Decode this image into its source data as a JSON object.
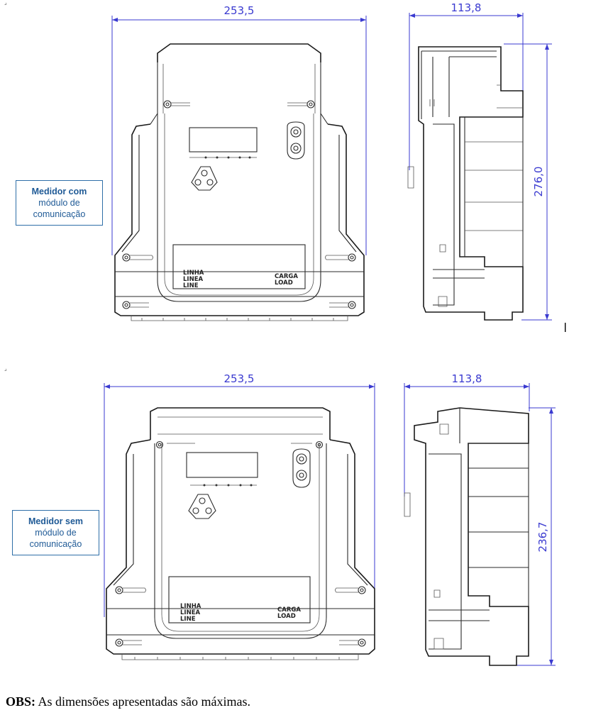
{
  "views": {
    "with_module": {
      "label_line1": "Medidor com",
      "label_line2": "módulo de",
      "label_line3": "comunicação",
      "width_dim": "253,5",
      "depth_dim": "113,8",
      "height_dim": "276,0",
      "terminal_line": [
        "LINHA",
        "LINEA",
        "LINE"
      ],
      "terminal_load": [
        "CARGA",
        "LOAD"
      ]
    },
    "without_module": {
      "label_line1": "Medidor sem",
      "label_line2": "módulo de",
      "label_line3": "comunicação",
      "width_dim": "253,5",
      "depth_dim": "113,8",
      "height_dim": "236,7",
      "terminal_line": [
        "LINHA",
        "LINEA",
        "LINE"
      ],
      "terminal_load": [
        "CARGA",
        "LOAD"
      ]
    }
  },
  "note": {
    "prefix": "OBS:",
    "text": " As dimensões apresentadas são máximas."
  },
  "colors": {
    "dimension": "#3a3ad0",
    "label_border": "#2f6fa8",
    "label_text": "#1f5a96",
    "drawing": "#2a2a2a"
  }
}
